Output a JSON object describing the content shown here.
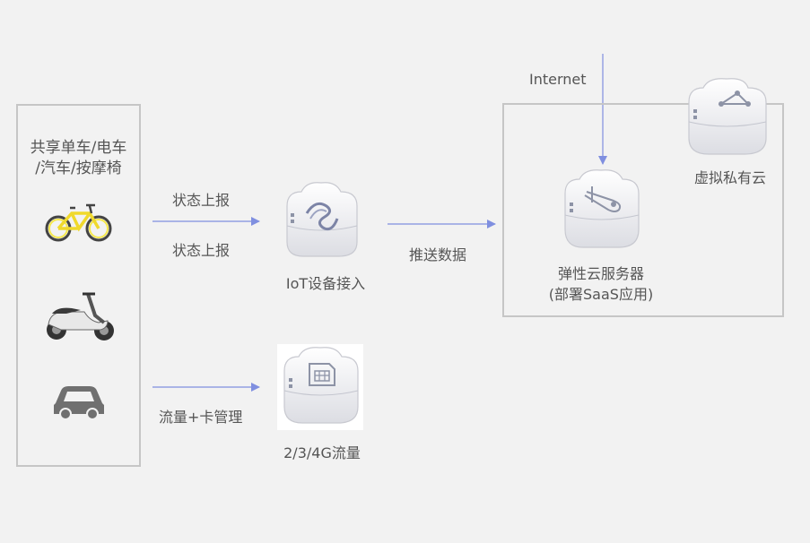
{
  "devices_group": {
    "title_line1": "共享单车/电车",
    "title_line2": "/汽车/按摩椅",
    "icons": [
      "bicycle-icon",
      "scooter-icon",
      "car-icon"
    ]
  },
  "flows": {
    "status_report_1": "状态上报",
    "status_report_2": "状态上报",
    "traffic_card_mgmt": "流量+卡管理",
    "push_data": "推送数据",
    "internet": "Internet"
  },
  "nodes": {
    "iot_access": "IoT设备接入",
    "sim_traffic": "2/3/4G流量",
    "ecs_line1": "弹性云服务器",
    "ecs_line2": "(部署SaaS应用)",
    "vpc": "虚拟私有云"
  },
  "colors": {
    "background": "#f2f2f2",
    "box_border": "#c6c6c6",
    "arrow": "#7f8fe0",
    "label_text": "#555555"
  }
}
